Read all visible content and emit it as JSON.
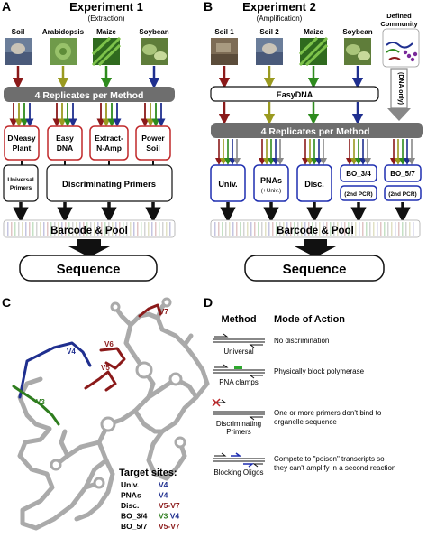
{
  "panelA": {
    "letter": "A",
    "title": "Experiment 1",
    "subtitle": "(Extraction)",
    "samples": [
      "Soil",
      "Arabidopsis",
      "Maize",
      "Soybean"
    ],
    "replicates": "4 Replicates per Method",
    "methods": [
      [
        "DNeasy",
        "Plant"
      ],
      [
        "Easy",
        "DNA"
      ],
      [
        "Extract-",
        "N-Amp"
      ],
      [
        "Power",
        "Soil"
      ]
    ],
    "universal": [
      "Universal",
      "Primers"
    ],
    "discriminating": "Discriminating Primers",
    "barcode": "Barcode & Pool",
    "sequence": "Sequence"
  },
  "panelB": {
    "letter": "B",
    "title": "Experiment 2",
    "subtitle": "(Amplification)",
    "samples": [
      "Soil 1",
      "Soil 2",
      "Maize",
      "Soybean"
    ],
    "defined": [
      "Defined",
      "Community"
    ],
    "easydna": "EasyDNA",
    "dna_only": "(DNA only)",
    "replicates": "4 Replicates per Method",
    "methods": [
      "Univ.",
      "PNAs",
      "Disc.",
      "BO_3/4",
      "BO_5/7"
    ],
    "pnas_sub": "(+Univ.)",
    "pcr": "(2nd PCR)",
    "barcode": "Barcode & Pool",
    "sequence": "Sequence"
  },
  "panelC": {
    "letter": "C",
    "regions": [
      "V3",
      "V4",
      "V5",
      "V6",
      "V7"
    ],
    "target_title": "Target sites:",
    "targets": [
      {
        "name": "Univ.",
        "sites": [
          {
            "t": "V4",
            "c": "#1f2f8f"
          }
        ]
      },
      {
        "name": "PNAs",
        "sites": [
          {
            "t": "V4",
            "c": "#1f2f8f"
          }
        ]
      },
      {
        "name": "Disc.",
        "sites": [
          {
            "t": "V5-V7",
            "c": "#8b1a1a"
          }
        ]
      },
      {
        "name": "BO_3/4",
        "sites": [
          {
            "t": "V3",
            "c": "#2e7d1e"
          },
          {
            "t": " V4",
            "c": "#1f2f8f"
          }
        ]
      },
      {
        "name": "BO_5/7",
        "sites": [
          {
            "t": "V5-V7",
            "c": "#8b1a1a"
          }
        ]
      }
    ]
  },
  "panelD": {
    "letter": "D",
    "col_method": "Method",
    "col_mode": "Mode of Action",
    "rows": [
      {
        "label": "Universal",
        "mode": [
          "No discrimination"
        ]
      },
      {
        "label": "PNA clamps",
        "mode": [
          "Physically block polymerase"
        ]
      },
      {
        "label": "Discriminating Primers",
        "mode": [
          "One or more primers don't bind to",
          "organelle sequence"
        ]
      },
      {
        "label": "Blocking Oligos",
        "mode": [
          "Compete to \"poison\" transcripts so",
          "they can't amplify in a second reaction"
        ]
      }
    ]
  },
  "colors": {
    "red": "#8b1a1a",
    "olive": "#9a9a20",
    "green": "#2e8b1e",
    "blue": "#1f2f8f",
    "gray": "#888888",
    "header": "#6e6e6e"
  }
}
